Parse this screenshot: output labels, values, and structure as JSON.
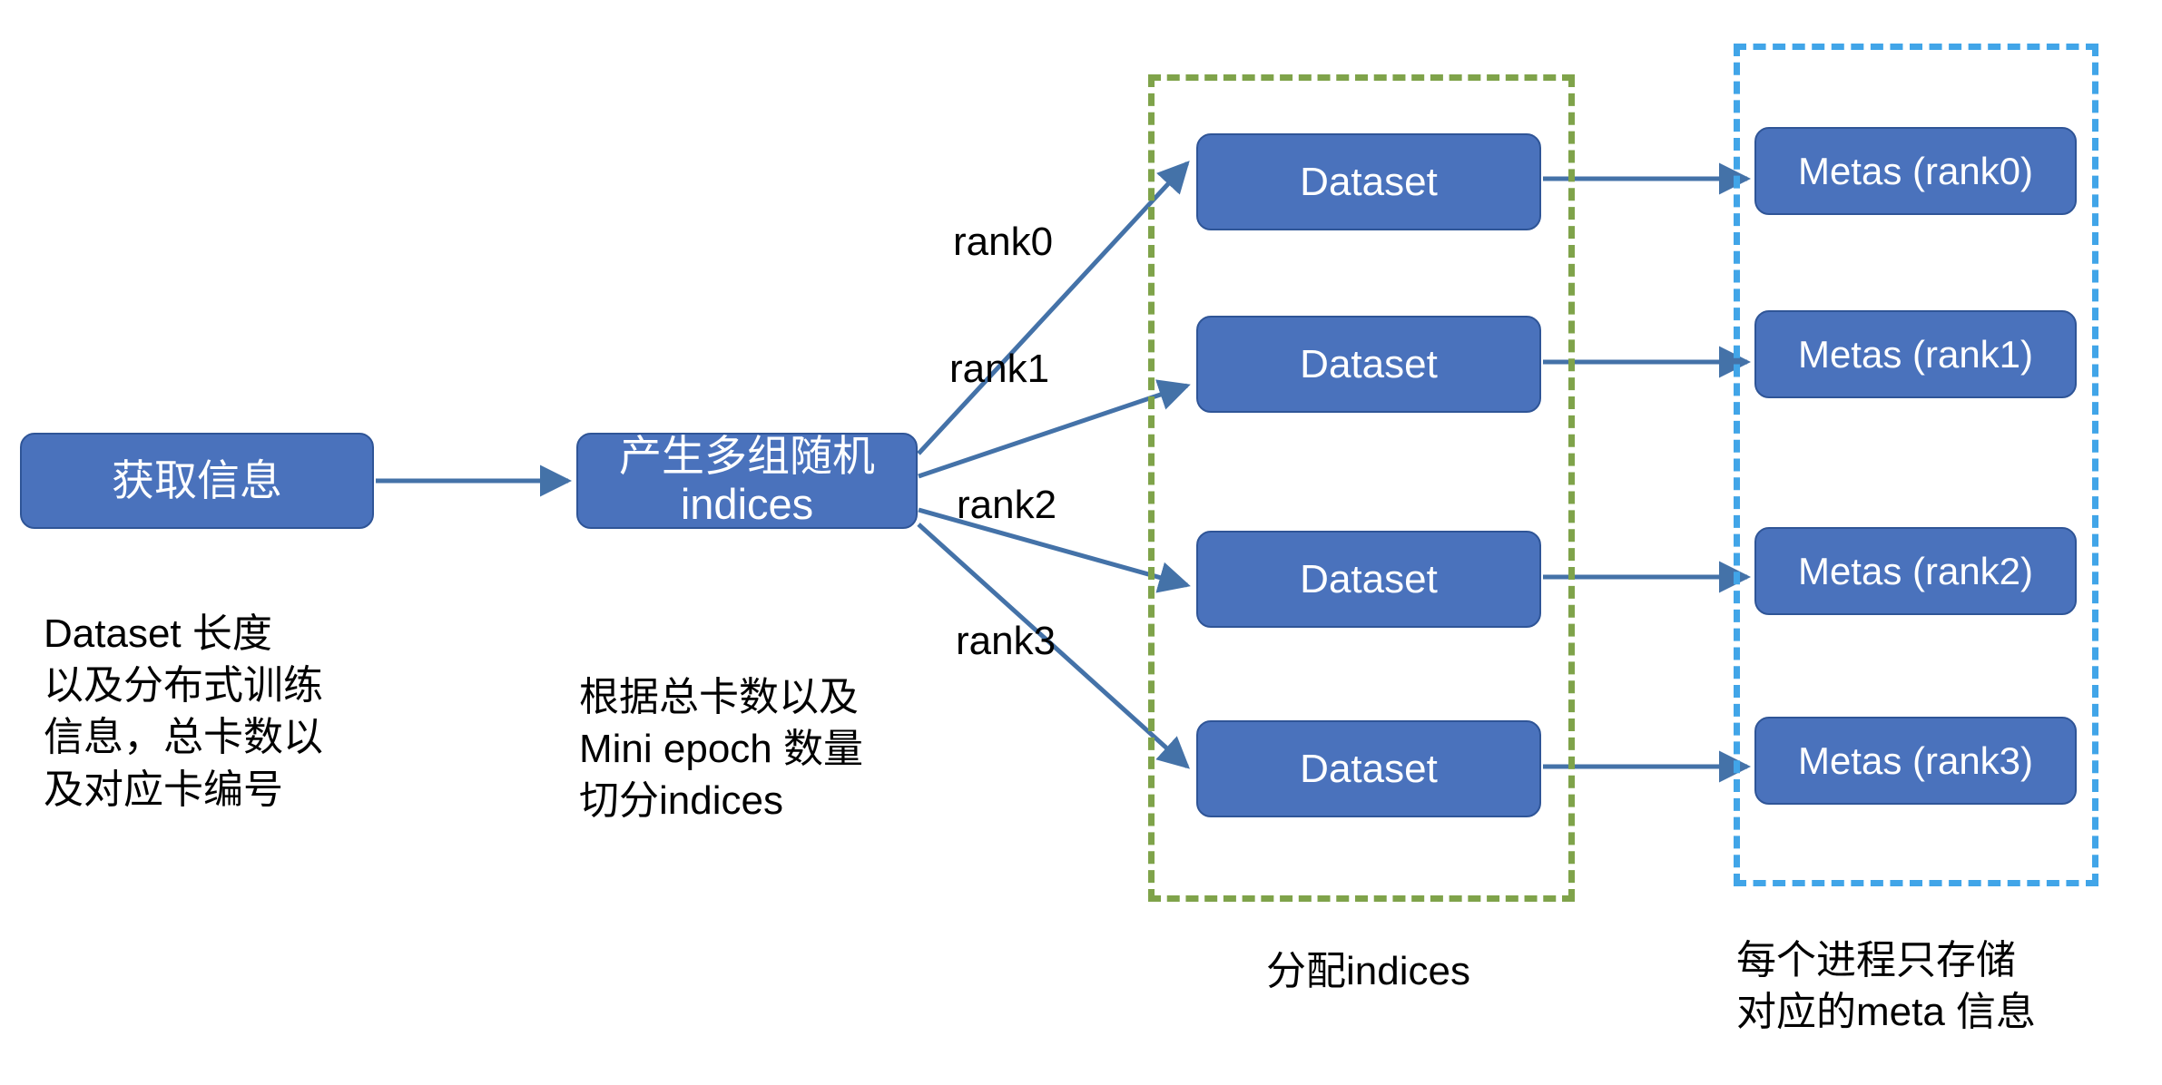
{
  "diagram": {
    "title": "Distributed dataset indices sharding flow",
    "colors": {
      "node_fill": "#4A72BC",
      "node_stroke": "#2F5597",
      "edge": "#4472A8",
      "group_green": "#7FA34A",
      "group_blue": "#41A5E8",
      "text": "#000000",
      "node_text": "#FFFFFF",
      "background": "#FFFFFF"
    },
    "nodes": {
      "get_info": "获取信息",
      "gen_indices": "产生多组随机\nindices"
    },
    "captions": {
      "get_info_note": "Dataset 长度\n以及分布式训练\n信息，总卡数以\n及对应卡编号",
      "gen_indices_note": "根据总卡数以及\nMini epoch 数量\n切分indices",
      "datasets_group_note": "分配indices",
      "metas_group_note": "每个进程只存储\n对应的meta 信息"
    },
    "edge_labels": [
      "rank0",
      "rank1",
      "rank2",
      "rank3"
    ],
    "datasets": [
      {
        "label": "Dataset"
      },
      {
        "label": "Dataset"
      },
      {
        "label": "Dataset"
      },
      {
        "label": "Dataset"
      }
    ],
    "metas": [
      {
        "label": "Metas (rank0)"
      },
      {
        "label": "Metas (rank1)"
      },
      {
        "label": "Metas (rank2)"
      },
      {
        "label": "Metas (rank3)"
      }
    ]
  }
}
